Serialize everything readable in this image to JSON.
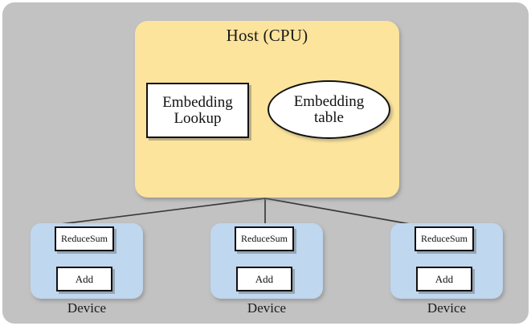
{
  "diagram": {
    "title_visible": false,
    "background_color": "#c2c2c2",
    "host": {
      "label": "Host (CPU)",
      "color": "#fce49c",
      "nodes": {
        "embedding_lookup": {
          "label": "Embedding\nLookup",
          "shape": "rectangle",
          "color": "#ffffff"
        },
        "embedding_table": {
          "label": "Embedding\ntable",
          "shape": "ellipse",
          "color": "#ffffff"
        }
      },
      "edge": {
        "from": "embedding_table",
        "to": "embedding_lookup",
        "direction": "left"
      }
    },
    "devices": [
      {
        "label": "Device",
        "color": "#bfd7ef",
        "ops": [
          {
            "label": "ReduceSum"
          },
          {
            "label": "Add"
          }
        ]
      },
      {
        "label": "Device",
        "color": "#bfd7ef",
        "ops": [
          {
            "label": "ReduceSum"
          },
          {
            "label": "Add"
          }
        ]
      },
      {
        "label": "Device",
        "color": "#bfd7ef",
        "ops": [
          {
            "label": "ReduceSum"
          },
          {
            "label": "Add"
          }
        ]
      }
    ]
  }
}
